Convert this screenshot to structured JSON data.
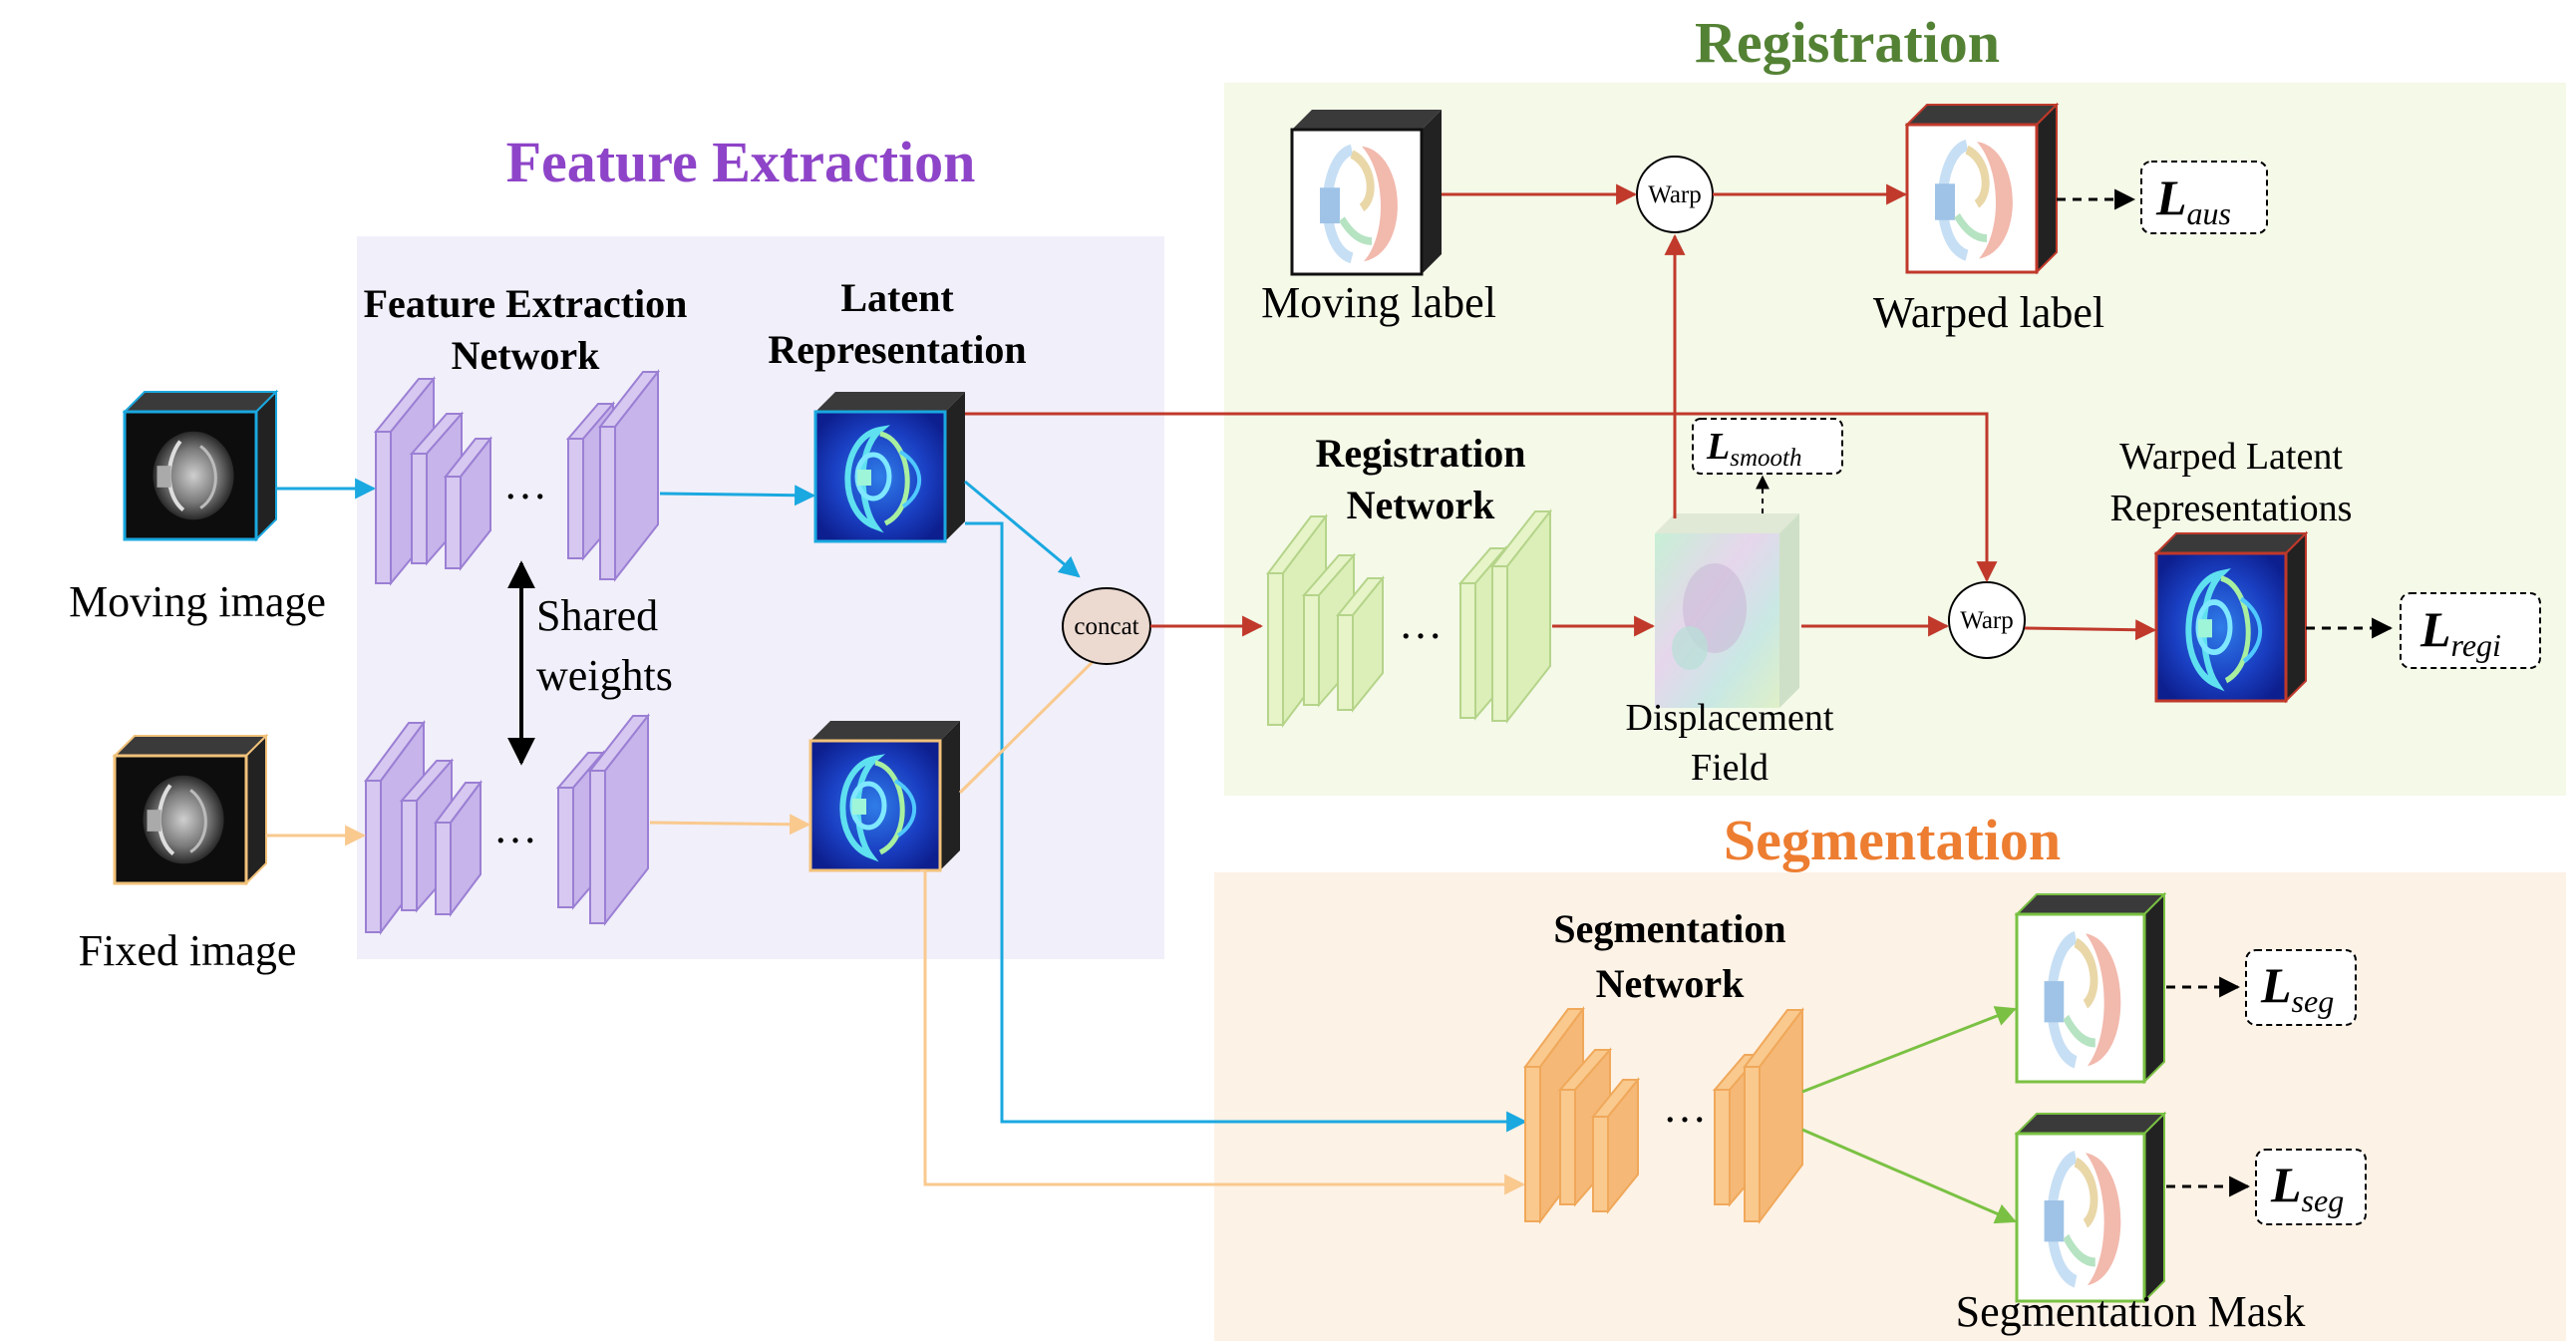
{
  "titles": {
    "feature_extraction": "Feature Extraction",
    "registration": "Registration",
    "segmentation": "Segmentation"
  },
  "inputs": {
    "moving_image": "Moving image",
    "fixed_image": "Fixed image",
    "moving_label": "Moving label"
  },
  "feature_network": {
    "line1": "Feature Extraction",
    "line2": "Network",
    "ellipsis_top": "…",
    "ellipsis_bottom": "…"
  },
  "latent": {
    "line1": "Latent",
    "line2": "Representation"
  },
  "shared_weights": {
    "line1": "Shared",
    "line2": "weights"
  },
  "ops": {
    "concat": "concat",
    "warp_top": "Warp",
    "warp_mid": "Warp"
  },
  "registration_network": {
    "line1": "Registration",
    "line2": "Network",
    "ellipsis": "…"
  },
  "displacement": {
    "line1": "Displacement",
    "line2": "Field"
  },
  "outputs": {
    "warped_label": "Warped label",
    "warped_latent_line1": "Warped Latent",
    "warped_latent_line2": "Representations",
    "segmentation_mask": "Segmentation Mask"
  },
  "segmentation_network": {
    "line1": "Segmentation",
    "line2": "Network",
    "ellipsis": "…"
  },
  "losses": {
    "aus": {
      "main": "L",
      "sub": "aus"
    },
    "smooth": {
      "main": "L",
      "sub": "smooth"
    },
    "regi": {
      "main": "L",
      "sub": "regi"
    },
    "seg1": {
      "main": "L",
      "sub": "seg"
    },
    "seg2": {
      "main": "L",
      "sub": "seg"
    }
  },
  "colors": {
    "feature_title": "#8e44c8",
    "registration_title": "#548235",
    "segmentation_title": "#ed7d31",
    "feature_bg": "#f1eff9",
    "registration_bg": "#f4f9e8",
    "segmentation_bg": "#fdf2e6",
    "blue_arrow": "#1aa8e0",
    "orange_arrow": "#f9c98e",
    "red_arrow": "#c0392b",
    "green_arrow": "#7ac143"
  }
}
